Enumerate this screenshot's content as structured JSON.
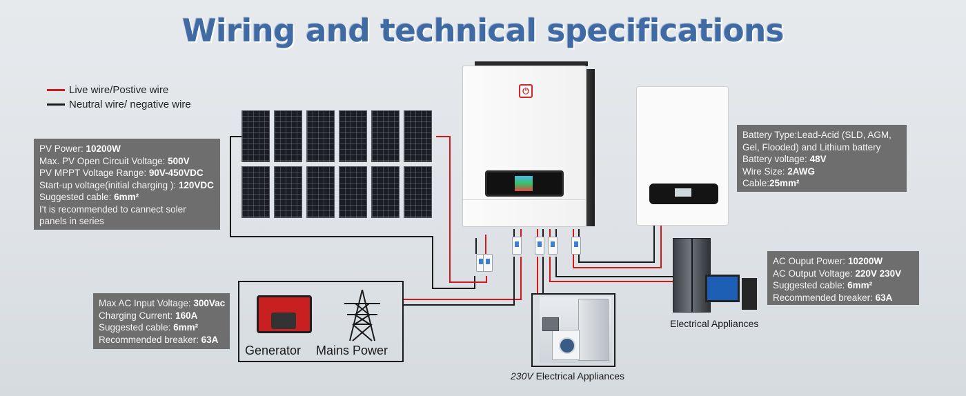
{
  "title": "Wiring and technical specifications",
  "legend": {
    "live": "Live wire/Postive wire",
    "neutral": "Neutral wire/ negative wire"
  },
  "colors": {
    "live_wire": "#d0191b",
    "neutral_wire": "#1a1a1a",
    "title": "#3f6aa3",
    "info_box": "#6e6e6e"
  },
  "pv_info": {
    "line1_label": "PV Power: ",
    "line1_value": "10200W",
    "line2_label": "Max. PV Open Circuit Voltage: ",
    "line2_value": "500V",
    "line3_label": "PV MPPT Voltage Range: ",
    "line3_value": "90V-450VDC",
    "line4_label": "Start-up voltage(initial charging ): ",
    "line4_value": "120VDC",
    "line5_label": "Suggested cable: ",
    "line5_value": "6mm²",
    "line6": "I't is recommended to cannect soler panels in series"
  },
  "battery_info": {
    "line1": "Battery Type:Lead-Acid (SLD, AGM, Gel, Flooded) and Lithium battery",
    "line2_label": "Battery voltage: ",
    "line2_value": "48V",
    "line3_label": "Wire Size: ",
    "line3_value": "2AWG",
    "line4_label": "Cable:",
    "line4_value": "25mm²"
  },
  "ac_input_info": {
    "line1_label": "Max AC Input Voltage: ",
    "line1_value": "300Vac",
    "line2_label": "Charging Current: ",
    "line2_value": "160A",
    "line3_label": "Suggested cable: ",
    "line3_value": "6mm²",
    "line4_label": "Recommended breaker: ",
    "line4_value": "63A"
  },
  "ac_output_info": {
    "line1_label": "AC Ouput Power: ",
    "line1_value": "10200W",
    "line2_label": "AC Output Voltage: ",
    "line2_value": "220V 230V",
    "line3_label": "Suggested cable: ",
    "line3_value": "6mm²",
    "line4_label": "Recommended breaker: ",
    "line4_value": "63A"
  },
  "labels": {
    "generator": "Generator",
    "mains_power": "Mains Power",
    "electrical_appliances": "Electrical Appliances",
    "appliances_230_prefix": "230V",
    "appliances_230_suffix": " Electrical Appliances"
  },
  "icons": [
    "power-button-icon",
    "generator-icon",
    "power-tower-icon",
    "fridge-icon",
    "monitor-icon",
    "washer-icon"
  ]
}
